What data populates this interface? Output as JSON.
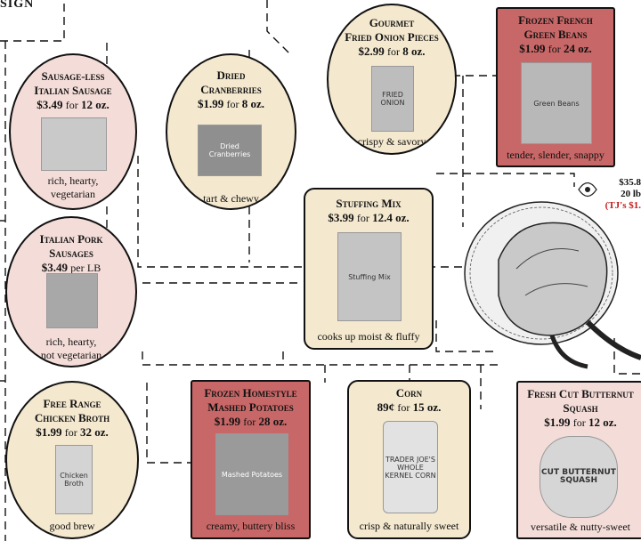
{
  "header": {
    "fragment": "SIGN"
  },
  "items": {
    "onion": {
      "title": [
        "Gourmet",
        "Fried Onion Pieces"
      ],
      "price": "$2.99",
      "unit": "for",
      "size": "8 oz.",
      "desc": [
        "crispy & savory"
      ],
      "photo": "FRIED ONION"
    },
    "greenbeans": {
      "title": [
        "Frozen French",
        "Green Beans"
      ],
      "price": "$1.99",
      "unit": "for",
      "size": "24 oz.",
      "desc": [
        "tender, slender, snappy"
      ],
      "photo": "Green Beans"
    },
    "sausageless": {
      "title": [
        "Sausage-less",
        "Italian Sausage"
      ],
      "price": "$3.49",
      "unit": "for",
      "size": "12 oz.",
      "desc": [
        "rich, hearty,",
        "vegetarian"
      ],
      "photo": ""
    },
    "cranberries": {
      "title": [
        "Dried",
        "Cranberries"
      ],
      "price": "$1.99",
      "unit": "for",
      "size": "8 oz.",
      "desc": [
        "tart & chewy"
      ],
      "photo": "Dried Cranberries"
    },
    "stuffing": {
      "title": [
        "Stuffing Mix"
      ],
      "price": "$3.99",
      "unit": "for",
      "size": "12.4 oz.",
      "desc": [
        "cooks up moist & fluffy"
      ],
      "photo": "Stuffing Mix"
    },
    "porksausage": {
      "title": [
        "Italian Pork",
        "Sausages"
      ],
      "price": "$3.49",
      "unit": "per",
      "size": "LB",
      "desc": [
        "rich, hearty,",
        "not vegetarian"
      ],
      "photo": ""
    },
    "broth": {
      "title": [
        "Free Range",
        "Chicken Broth"
      ],
      "price": "$1.99",
      "unit": "for",
      "size": "32 oz.",
      "desc": [
        "good brew"
      ],
      "photo": "Chicken Broth"
    },
    "mashed": {
      "title": [
        "Frozen Homestyle",
        "Mashed Potatoes"
      ],
      "price": "$1.99",
      "unit": "for",
      "size": "28 oz.",
      "desc": [
        "creamy, buttery bliss"
      ],
      "photo": "Mashed Potatoes"
    },
    "corn": {
      "title": [
        "Corn"
      ],
      "price": "89¢",
      "unit": "for",
      "size": "15 oz.",
      "desc": [
        "crisp & naturally sweet"
      ],
      "photo": "TRADER JOE'S WHOLE KERNEL CORN"
    },
    "squash": {
      "title": [
        "Fresh Cut Butternut",
        "Squash"
      ],
      "price": "$1.99",
      "unit": "for",
      "size": "12 oz.",
      "desc": [
        "versatile & nutty-sweet"
      ],
      "photo": "CUT BUTTERNUT SQUASH"
    }
  },
  "turkey_tag": {
    "line1": "$35.8",
    "line2": "20 lb",
    "line3": "(TJ's $1."
  },
  "colors": {
    "red_box": "#c86767",
    "pink": "#f4ddd8",
    "cream": "#f4e8cf",
    "tag_red": "#c41a1a"
  }
}
